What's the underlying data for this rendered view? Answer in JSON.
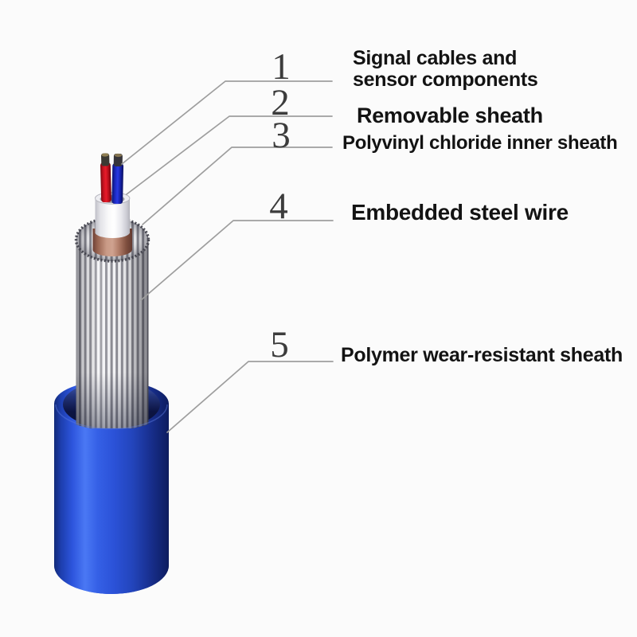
{
  "diagram": {
    "kind": "cable-structure-callout-diagram",
    "parts": [
      {
        "number": "1",
        "label": "Signal cables and sensor components",
        "label_lines": [
          "Signal cables and",
          "sensor components"
        ]
      },
      {
        "number": "2",
        "label": "Removable sheath",
        "label_lines": [
          "Removable sheath"
        ]
      },
      {
        "number": "3",
        "label": "Polyvinyl chloride inner sheath",
        "label_lines": [
          "Polyvinyl chloride inner sheath"
        ]
      },
      {
        "number": "4",
        "label": "Embedded steel wire",
        "label_lines": [
          "Embedded steel wire"
        ]
      },
      {
        "number": "5",
        "label": "Polymer wear-resistant sheath",
        "label_lines": [
          "Polymer wear-resistant sheath"
        ]
      }
    ],
    "colors": {
      "background": "#fbfbfb",
      "outer_sheath_blue": "#2b52d8",
      "sheath_opening_dark": "#0c1445",
      "steel_wire_light": "#f2f2f4",
      "steel_wire_dark": "#898991",
      "inner_sheath_copper": "#c0907d",
      "removable_sheath_white": "#f7f7f9",
      "signal_wire_red": "#d9131f",
      "signal_wire_blue": "#1e2cc8",
      "wire_tip_dark": "#3b3933",
      "leader_line_gray": "#9e9e9e",
      "label_text": "#131313",
      "number_text": "#3c3c3c"
    }
  }
}
